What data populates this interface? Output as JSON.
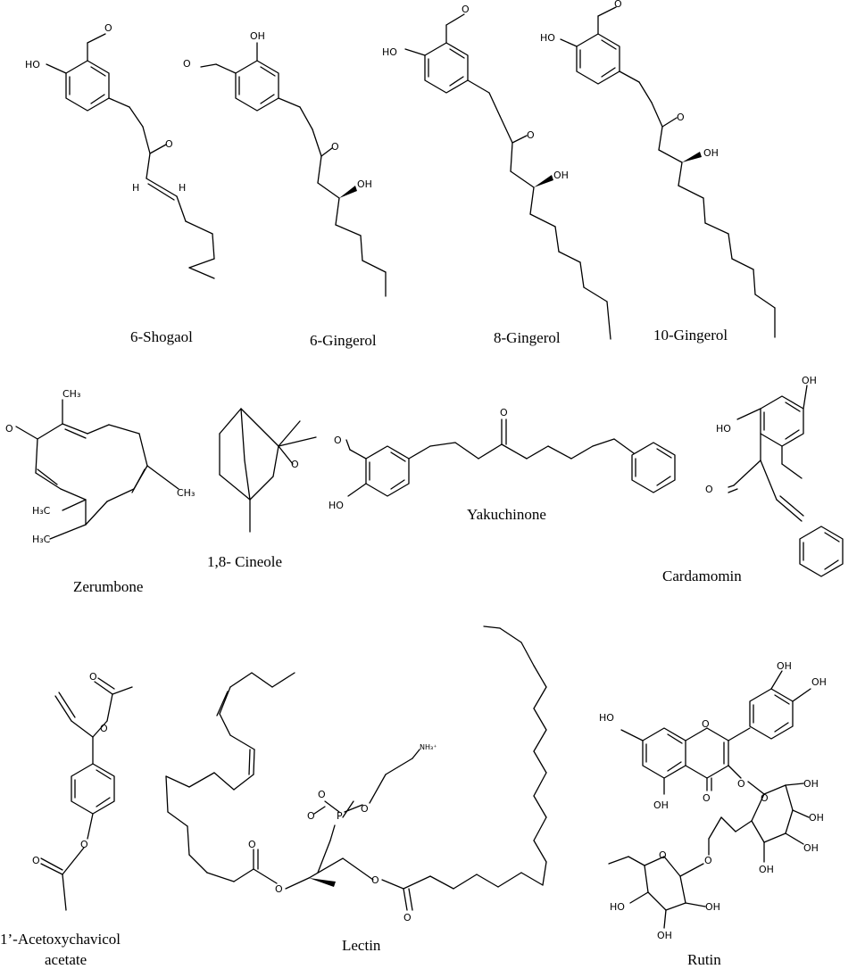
{
  "compounds": [
    {
      "id": "shogaol6",
      "name": "6-Shogaol"
    },
    {
      "id": "gingerol6",
      "name": "6-Gingerol"
    },
    {
      "id": "gingerol8",
      "name": "8-Gingerol"
    },
    {
      "id": "gingerol10",
      "name": "10-Gingerol"
    },
    {
      "id": "zerumbone",
      "name": "Zerumbone"
    },
    {
      "id": "cineole",
      "name": "1,8- Cineole"
    },
    {
      "id": "yakuchinone",
      "name": "Yakuchinone"
    },
    {
      "id": "cardamomin",
      "name": "Cardamomin"
    },
    {
      "id": "aca",
      "name": "1’-Acetoxychavicol",
      "name2": "acetate"
    },
    {
      "id": "lectin",
      "name": "Lectin"
    },
    {
      "id": "rutin",
      "name": "Rutin"
    }
  ],
  "atom_labels": {
    "O": "O",
    "OH": "OH",
    "HO": "HO",
    "H": "H",
    "P": "P",
    "CH3": "CH₃",
    "H3C": "H₃C",
    "NH3": "NH₃⁺"
  }
}
